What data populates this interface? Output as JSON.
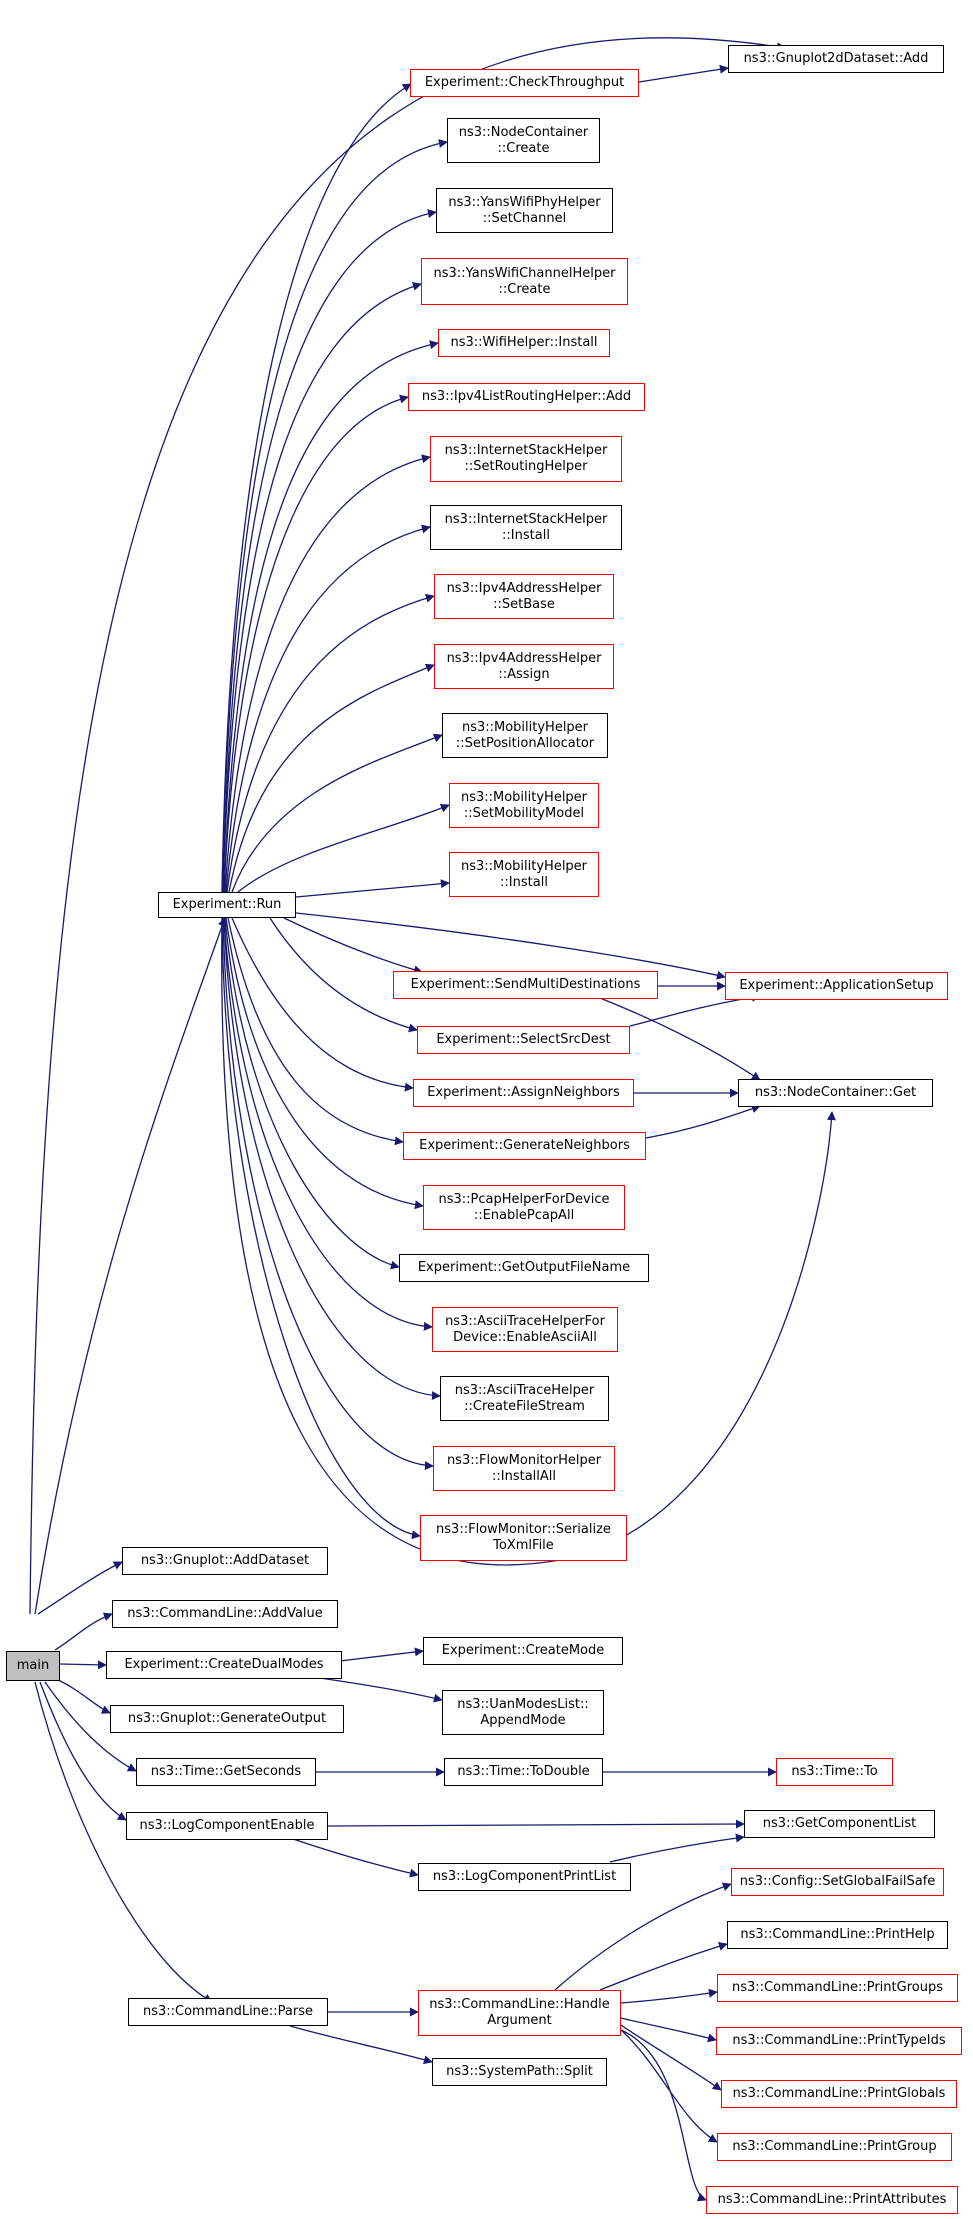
{
  "colors": {
    "edge": "#191970",
    "border_default": "#000000",
    "border_external": "#ff0000",
    "root_fill": "#bfbfbf"
  },
  "nodes": {
    "main": "main",
    "gnuplot_add": "ns3::Gnuplot2dDataset::Add",
    "check_throughput": "Experiment::CheckThroughput",
    "nodecontainer_create": "ns3::NodeContainer\n::Create",
    "yans_phy_setchannel": "ns3::YansWifiPhyHelper\n::SetChannel",
    "yans_channel_create": "ns3::YansWifiChannelHelper\n::Create",
    "wifi_install": "ns3::WifiHelper::Install",
    "ipv4_list_add": "ns3::Ipv4ListRoutingHelper::Add",
    "inet_setrouting": "ns3::InternetStackHelper\n::SetRoutingHelper",
    "inet_install": "ns3::InternetStackHelper\n::Install",
    "ipv4_setbase": "ns3::Ipv4AddressHelper\n::SetBase",
    "ipv4_assign": "ns3::Ipv4AddressHelper\n::Assign",
    "mob_setpos": "ns3::MobilityHelper\n::SetPositionAllocator",
    "mob_setmodel": "ns3::MobilityHelper\n::SetMobilityModel",
    "mob_install": "ns3::MobilityHelper\n::Install",
    "exp_run": "Experiment::Run",
    "exp_sendmulti": "Experiment::SendMultiDestinations",
    "exp_appsetup": "Experiment::ApplicationSetup",
    "exp_selectsrc": "Experiment::SelectSrcDest",
    "exp_assignneigh": "Experiment::AssignNeighbors",
    "nodecontainer_get": "ns3::NodeContainer::Get",
    "exp_genneigh": "Experiment::GenerateNeighbors",
    "pcap_enable": "ns3::PcapHelperForDevice\n::EnablePcapAll",
    "exp_outfile": "Experiment::GetOutputFileName",
    "ascii_enable": "ns3::AsciiTraceHelperFor\nDevice::EnableAsciiAll",
    "ascii_stream": "ns3::AsciiTraceHelper\n::CreateFileStream",
    "flow_installall": "ns3::FlowMonitorHelper\n::InstallAll",
    "flow_serialize": "ns3::FlowMonitor::Serialize\nToXmlFile",
    "gnuplot_adddataset": "ns3::Gnuplot::AddDataset",
    "cmd_addvalue": "ns3::CommandLine::AddValue",
    "exp_createdual": "Experiment::CreateDualModes",
    "exp_createmode": "Experiment::CreateMode",
    "uan_append": "ns3::UanModesList::\nAppendMode",
    "gnuplot_genout": "ns3::Gnuplot::GenerateOutput",
    "time_getseconds": "ns3::Time::GetSeconds",
    "time_todouble": "ns3::Time::ToDouble",
    "time_to": "ns3::Time::To",
    "log_enable": "ns3::LogComponentEnable",
    "get_complist": "ns3::GetComponentList",
    "log_printlist": "ns3::LogComponentPrintList",
    "config_failsafe": "ns3::Config::SetGlobalFailSafe",
    "cmd_printhelp": "ns3::CommandLine::PrintHelp",
    "cmd_printgroups": "ns3::CommandLine::PrintGroups",
    "cmd_parse": "ns3::CommandLine::Parse",
    "cmd_handlearg": "ns3::CommandLine::Handle\nArgument",
    "cmd_printtypeids": "ns3::CommandLine::PrintTypeIds",
    "cmd_printglobals": "ns3::CommandLine::PrintGlobals",
    "syspath_split": "ns3::SystemPath::Split",
    "cmd_printgroup": "ns3::CommandLine::PrintGroup",
    "cmd_printattrs": "ns3::CommandLine::PrintAttributes"
  }
}
